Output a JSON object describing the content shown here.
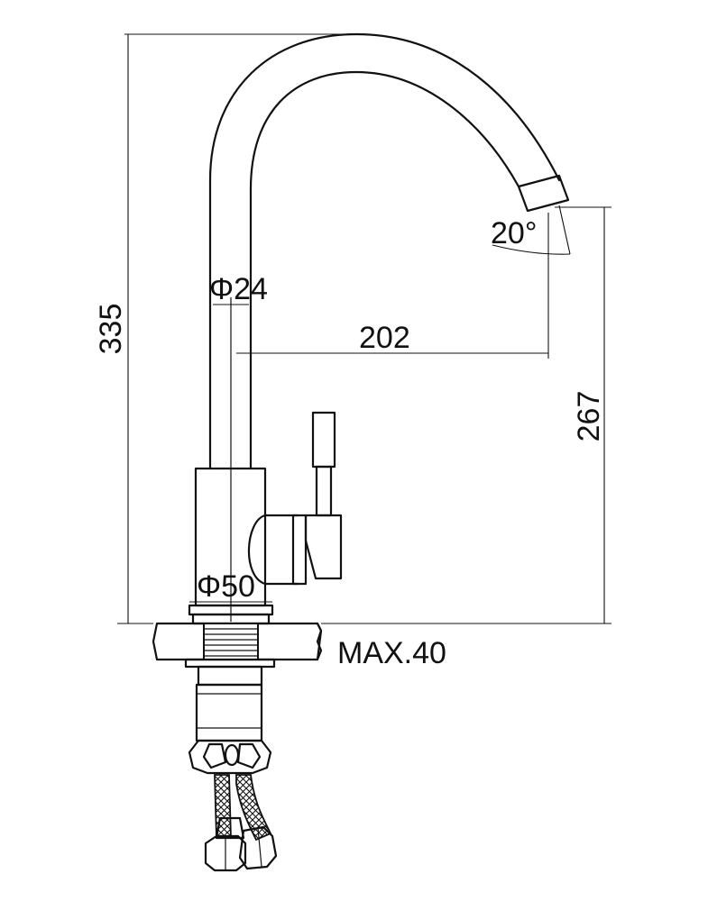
{
  "dimensions": {
    "total_height": "335",
    "outlet_height": "267",
    "reach": "202",
    "spout_diameter": "Φ24",
    "base_diameter": "Φ50",
    "spout_angle": "20°",
    "max_thickness": "MAX.40"
  }
}
